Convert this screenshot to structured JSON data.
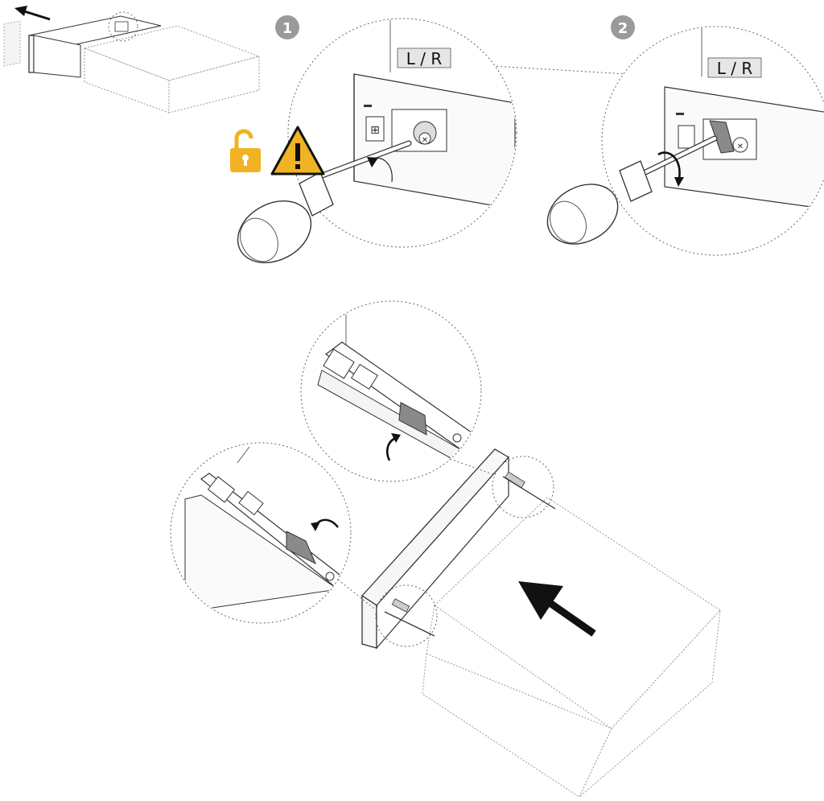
{
  "steps": [
    "1",
    "2"
  ],
  "side_labels": [
    "L / R",
    "L / R"
  ],
  "colors": {
    "badge": "#9a9a9a",
    "warning": "#f0b323",
    "lock": "#f0b323",
    "ink": "#222222",
    "arrow": "#111111",
    "clip": "#8a8a8a"
  },
  "icons": [
    "unlock-icon",
    "warning-icon",
    "screwdriver",
    "rotate-arrow-icon",
    "push-arrow-icon"
  ]
}
